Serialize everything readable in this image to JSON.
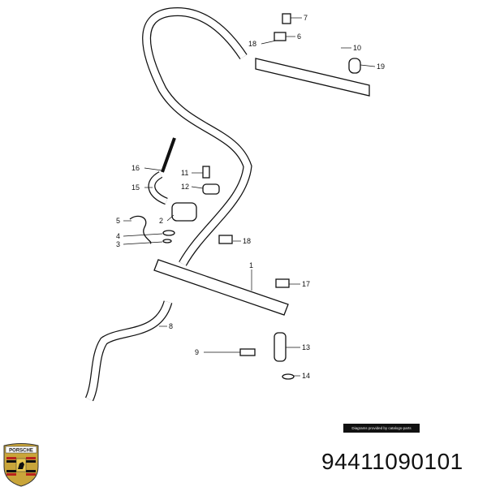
{
  "diagram": {
    "callouts": [
      "7",
      "6",
      "18",
      "10",
      "19",
      "16",
      "11",
      "12",
      "15",
      "5",
      "2",
      "4",
      "3",
      "18",
      "1",
      "17",
      "8",
      "13",
      "9",
      "14"
    ]
  },
  "credit": "Diagrams provided by catalogs-parts",
  "part_number": "94411090101",
  "logo_text": "PORSCHE"
}
